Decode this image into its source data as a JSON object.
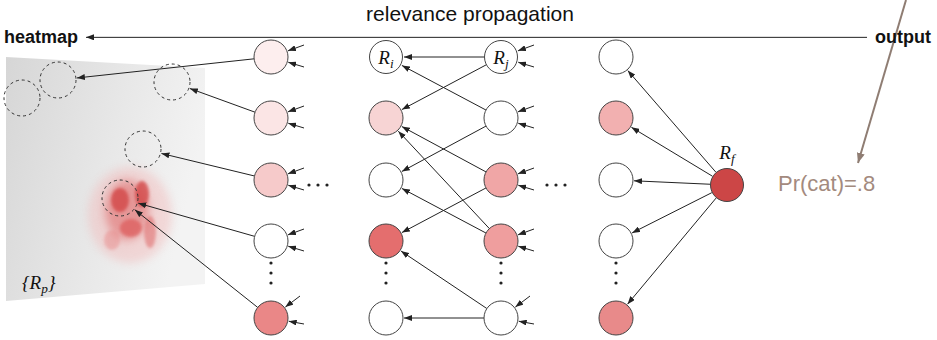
{
  "diagram": {
    "nodes": [
      {
        "text": [
          "Ri"
        ]
      },
      {
        "text": [
          "Rj"
        ]
      },
      {
        "text": [
          "Rf"
        ]
      }
    ],
    "edges": [
      {
        "from": 1,
        "to": 0,
        "arrow": "to"
      }
    ],
    "labels": [
      "relevance propagation",
      "heatmap",
      "output",
      "{Rp}",
      "Pr(cat)=.8"
    ]
  }
}
